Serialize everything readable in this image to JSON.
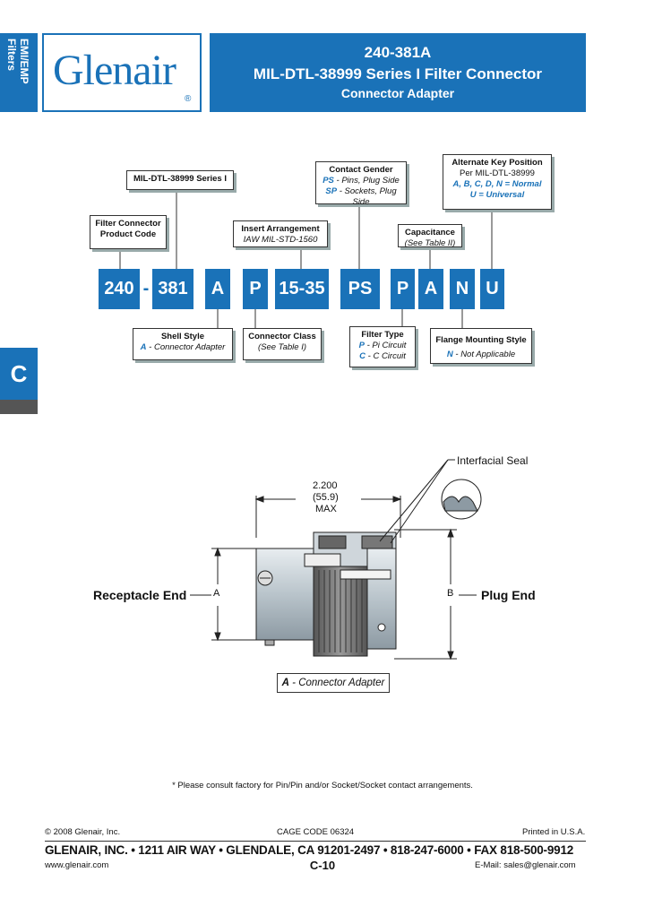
{
  "header": {
    "side_tab": "EMI/EMP\nFilters",
    "logo": "Glenair",
    "logo_reg": "®",
    "title_line1": "240-381A",
    "title_line2": "MIL-DTL-38999 Series I Filter Connector",
    "title_line3": "Connector Adapter"
  },
  "section_tab": "C",
  "part_number": {
    "segments": [
      "240",
      "-",
      "381",
      "A",
      "P",
      "15-35",
      "PS",
      "P",
      "A",
      "N",
      "U"
    ]
  },
  "callouts": {
    "mil_series": "MIL-DTL-38999 Series I",
    "filter_code_l1": "Filter Connector",
    "filter_code_l2": "Product Code",
    "insert_l1": "Insert Arrangement",
    "insert_l2": "IAW MIL-STD-1560",
    "gender_title": "Contact Gender",
    "gender_ps_code": "PS",
    "gender_ps_text": " - Pins, Plug Side",
    "gender_sp_code": "SP",
    "gender_sp_text": " - Sockets, Plug Side",
    "cap_l1": "Capacitance",
    "cap_l2": "(See Table II)",
    "key_title": "Alternate Key Position",
    "key_l2": "Per MIL-DTL-38999",
    "key_l3": "A, B, C, D, N = Normal",
    "key_l4": "U = Universal",
    "shell_title": "Shell Style",
    "shell_code": "A",
    "shell_text": " - Connector Adapter",
    "class_l1": "Connector Class",
    "class_l2": "(See Table I)",
    "ftype_title": "Filter Type",
    "ftype_p_code": "P",
    "ftype_p_text": " - Pi Circuit",
    "ftype_c_code": "C",
    "ftype_c_text": " - C Circuit",
    "flange_title": "Flange Mounting Style",
    "flange_code": "N",
    "flange_text": " - Not Applicable"
  },
  "drawing": {
    "interfacial_seal": "Interfacial Seal",
    "dim_l1": "2.200",
    "dim_l2": "(55.9)",
    "dim_l3": "MAX",
    "receptacle_end": "Receptacle End",
    "plug_end": "Plug End",
    "dim_a": "A",
    "dim_b": "B",
    "caption_code": "A",
    "caption_text": " - Connector Adapter"
  },
  "footer": {
    "note": "* Please consult factory for Pin/Pin and/or Socket/Socket contact arrangements.",
    "copyright": "© 2008 Glenair, Inc.",
    "cage": "CAGE CODE 06324",
    "printed": "Printed in U.S.A.",
    "address": "GLENAIR, INC. • 1211 AIR WAY • GLENDALE, CA 91201-2497 • 818-247-6000 • FAX 818-500-9912",
    "website": "www.glenair.com",
    "page": "C-10",
    "email": "E-Mail:  sales@glenair.com"
  },
  "colors": {
    "brand_blue": "#1a72b8"
  }
}
